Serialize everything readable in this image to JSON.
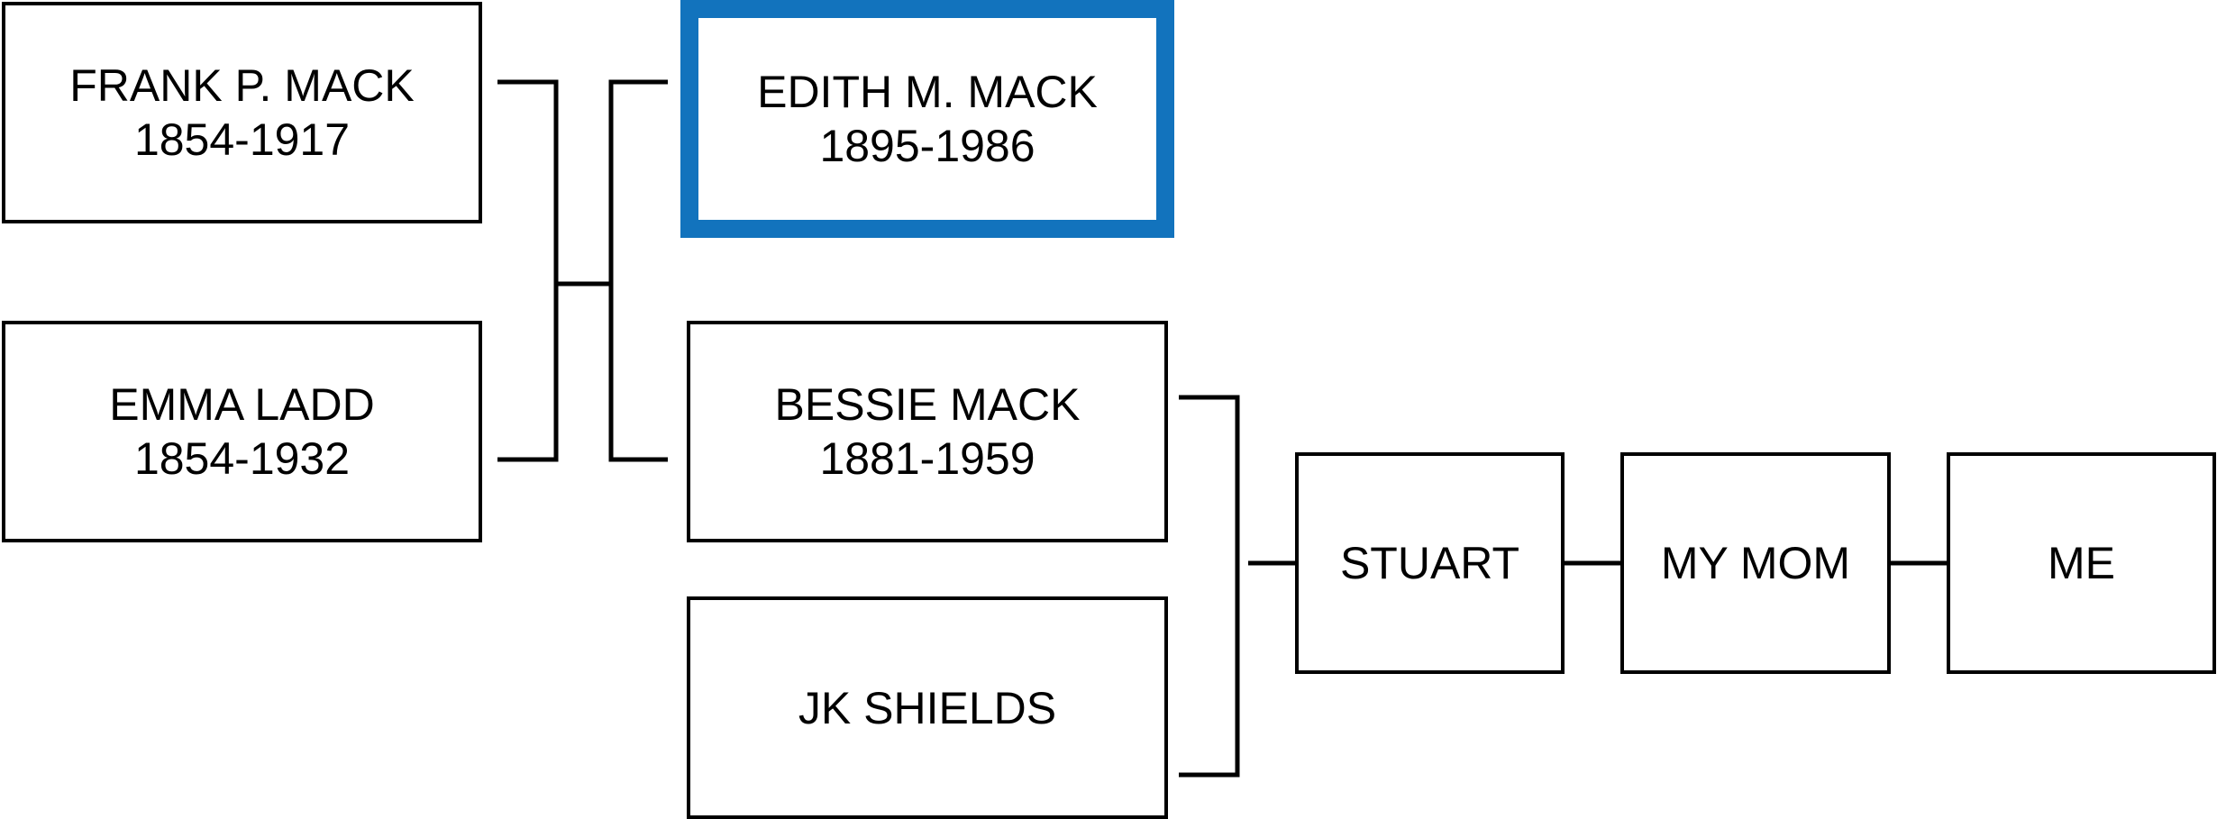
{
  "diagram": {
    "type": "family-tree",
    "highlight_color": "#1273BD",
    "people": {
      "frank": {
        "name": "FRANK P. MACK",
        "dates": "1854-1917"
      },
      "emma": {
        "name": "EMMA LADD",
        "dates": "1854-1932"
      },
      "edith": {
        "name": "EDITH M. MACK",
        "dates": "1895-1986",
        "highlighted": true
      },
      "bessie": {
        "name": "BESSIE MACK",
        "dates": "1881-1959"
      },
      "jk": {
        "name": "JK SHIELDS"
      },
      "stuart": {
        "name": "STUART"
      },
      "mom": {
        "name": "MY MOM"
      },
      "me": {
        "name": "ME"
      }
    },
    "relationships": [
      {
        "parents": [
          "frank",
          "emma"
        ],
        "children": [
          "edith",
          "bessie"
        ]
      },
      {
        "parents": [
          "bessie",
          "jk"
        ],
        "children": [
          "stuart"
        ]
      },
      {
        "parent": "stuart",
        "child": "mom"
      },
      {
        "parent": "mom",
        "child": "me"
      }
    ]
  }
}
